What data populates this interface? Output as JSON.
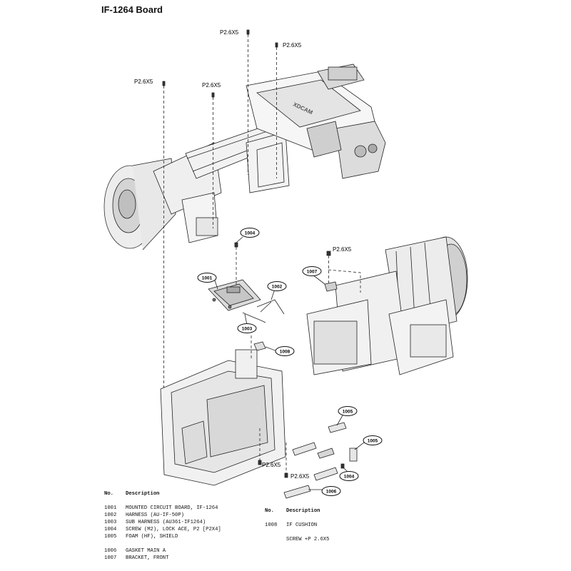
{
  "title": "IF-1264 Board",
  "screw_labels": [
    "P2.6X5",
    "P2.6X5",
    "P2.6X5",
    "P2.6X5",
    "P2.6X5",
    "P2.6X5",
    "P2.6X5"
  ],
  "callouts": [
    "1004",
    "1001",
    "1002",
    "1003",
    "1007",
    "1008",
    "1005",
    "1005",
    "1004",
    "1006"
  ],
  "logo_text": "XDCAM",
  "table_left": {
    "header_no": "No.",
    "header_desc": "Description",
    "rows": [
      {
        "no": "1001",
        "desc": "MOUNTED CIRCUIT BOARD, IF-1264"
      },
      {
        "no": "1002",
        "desc": "HARNESS (AU-IF-50P)"
      },
      {
        "no": "1003",
        "desc": "SUB HARNESS (AU361-IF1264)"
      },
      {
        "no": "1004",
        "desc": "SCREW (M2), LOCK ACE, P2 [P2X4]"
      },
      {
        "no": "1005",
        "desc": "FOAM (HF), SHIELD"
      },
      {
        "no": "1006",
        "desc": "GASKET MAIN A"
      },
      {
        "no": "1007",
        "desc": "BRACKET, FRONT"
      }
    ]
  },
  "table_right": {
    "header_no": "No.",
    "header_desc": "Description",
    "rows": [
      {
        "no": "1008",
        "desc": "IF CUSHION"
      },
      {
        "no": "",
        "desc": "SCREW +P 2.6X5"
      }
    ]
  }
}
